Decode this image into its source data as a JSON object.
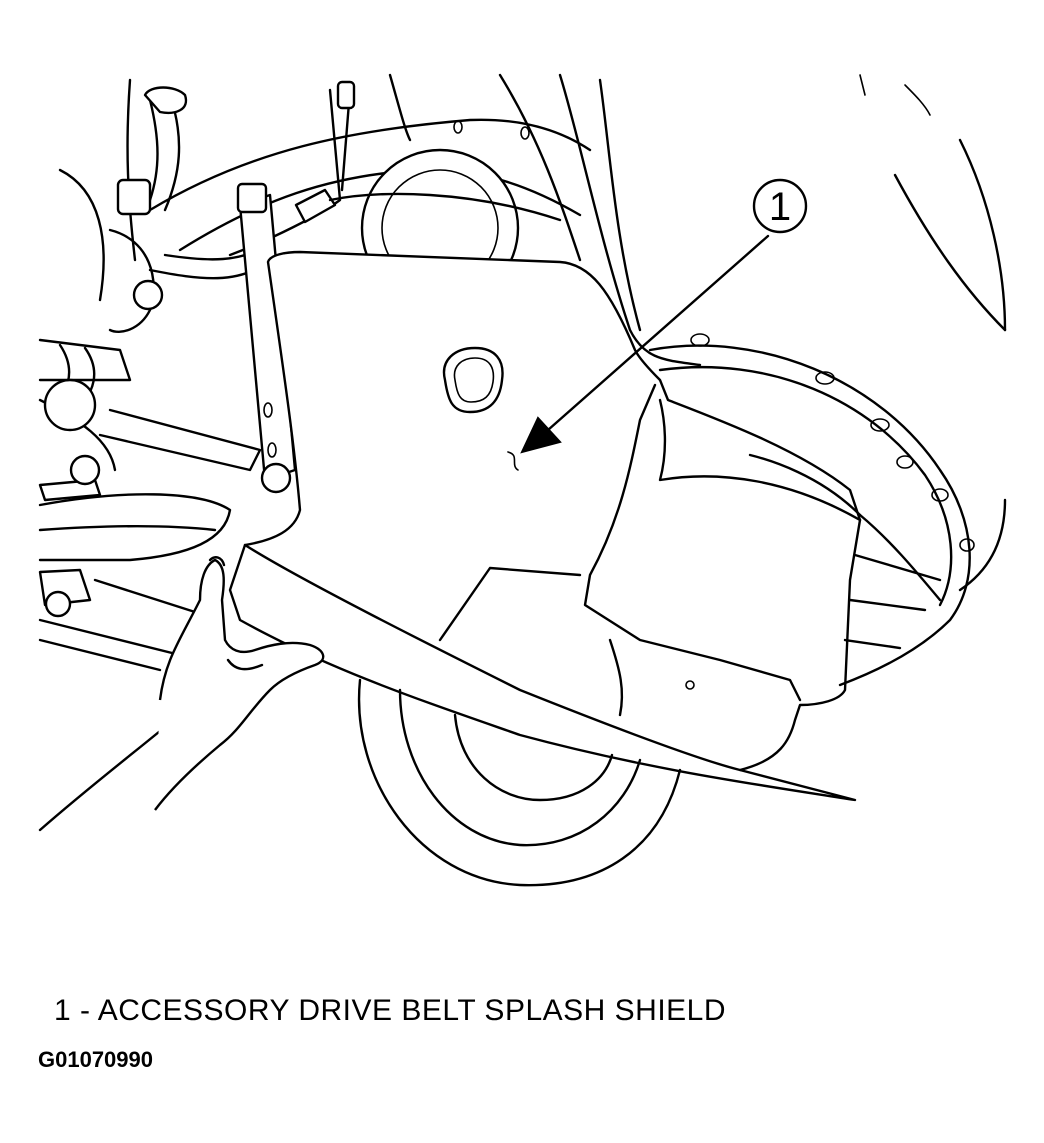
{
  "callout": {
    "number": "1"
  },
  "legend": {
    "items": [
      {
        "text": "1 - ACCESSORY DRIVE BELT SPLASH SHIELD"
      }
    ]
  },
  "figure_id": "G01070990",
  "colors": {
    "line": "#000000",
    "background": "#ffffff"
  }
}
